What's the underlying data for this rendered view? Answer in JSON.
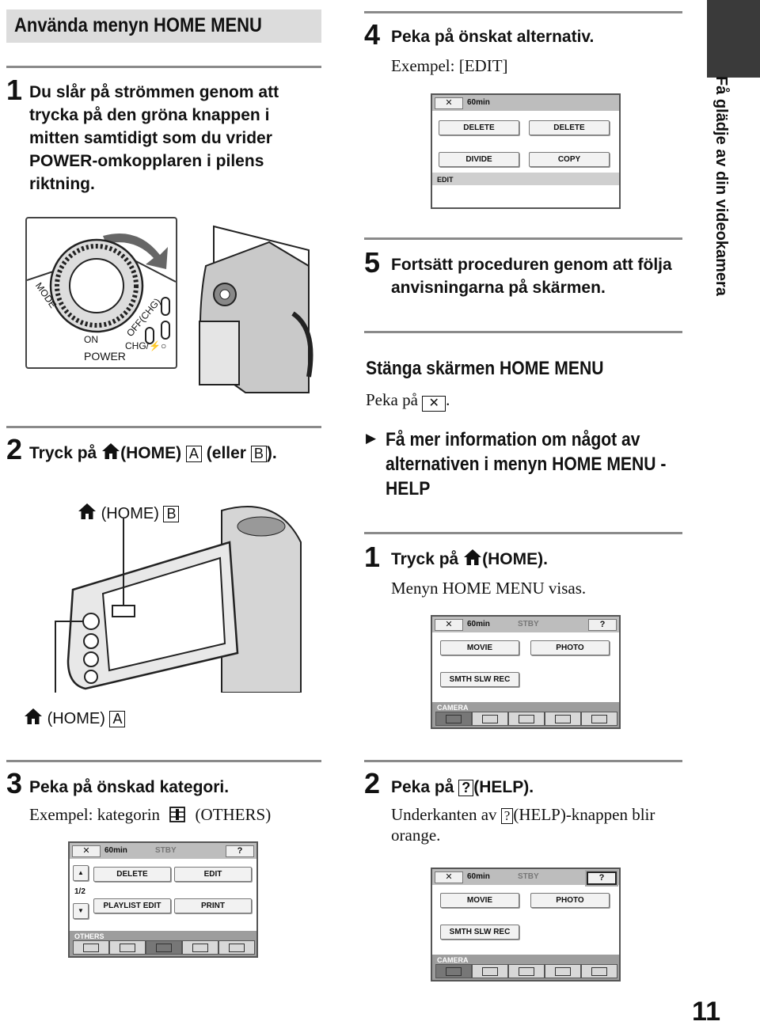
{
  "header_title": "Använda menyn HOME MENU",
  "side_tab_text": "Få glädje av din videokamera",
  "page_number": "11",
  "step1": {
    "num": "1",
    "text": "Du slår på strömmen genom att trycka på den gröna knappen i mitten samtidigt som du vrider POWER-omkopplaren i pilens riktning."
  },
  "dial_labels": {
    "mode": "MODE",
    "on": "ON",
    "off": "OFF(CHG)",
    "chg": "CHG/⚡○",
    "power": "POWER"
  },
  "step2": {
    "num": "2",
    "pre": "Tryck på",
    "home": "(HOME)",
    "a": "A",
    "or": "(eller",
    "b": "B",
    "end": ")."
  },
  "home_b_label": {
    "home": "(HOME)",
    "letter": "B"
  },
  "home_a_label": {
    "home": "(HOME)",
    "letter": "A"
  },
  "step3": {
    "num": "3",
    "title": "Peka på önskad kategori.",
    "example_pre": "Exempel: kategorin",
    "example_post": "(OTHERS)"
  },
  "step4": {
    "num": "4",
    "title": "Peka på önskat alternativ.",
    "example": "Exempel: [EDIT]"
  },
  "step5": {
    "num": "5",
    "text": "Fortsätt proceduren genom att följa anvisningarna på skärmen."
  },
  "close_section": {
    "title": "Stänga skärmen HOME MENU",
    "text_pre": "Peka på",
    "text_post": "."
  },
  "help_section": {
    "arrow": "▶",
    "title": "Få mer information om något av alternativen i menyn HOME MENU - HELP"
  },
  "help_step1": {
    "num": "1",
    "pre": "Tryck på",
    "home": "(HOME).",
    "desc": "Menyn HOME MENU visas."
  },
  "help_step2": {
    "num": "2",
    "pre": "Peka på",
    "q": "?",
    "post": "(HELP).",
    "desc_pre": "Underkanten av",
    "desc_post": "(HELP)-knappen blir orange."
  },
  "screens": {
    "x": "✕",
    "battery": "60min",
    "stby": "STBY",
    "help": "?",
    "edit": {
      "delete1": "DELETE",
      "delete2": "DELETE",
      "divide": "DIVIDE",
      "copy": "COPY",
      "label": "EDIT"
    },
    "others": {
      "delete": "DELETE",
      "edit": "EDIT",
      "playlist": "PLAYLIST EDIT",
      "print": "PRINT",
      "page": "1/2",
      "label": "OTHERS",
      "up": "▲",
      "down": "▼"
    },
    "camera": {
      "movie": "MOVIE",
      "photo": "PHOTO",
      "smth": "SMTH SLW REC",
      "label": "CAMERA"
    }
  }
}
